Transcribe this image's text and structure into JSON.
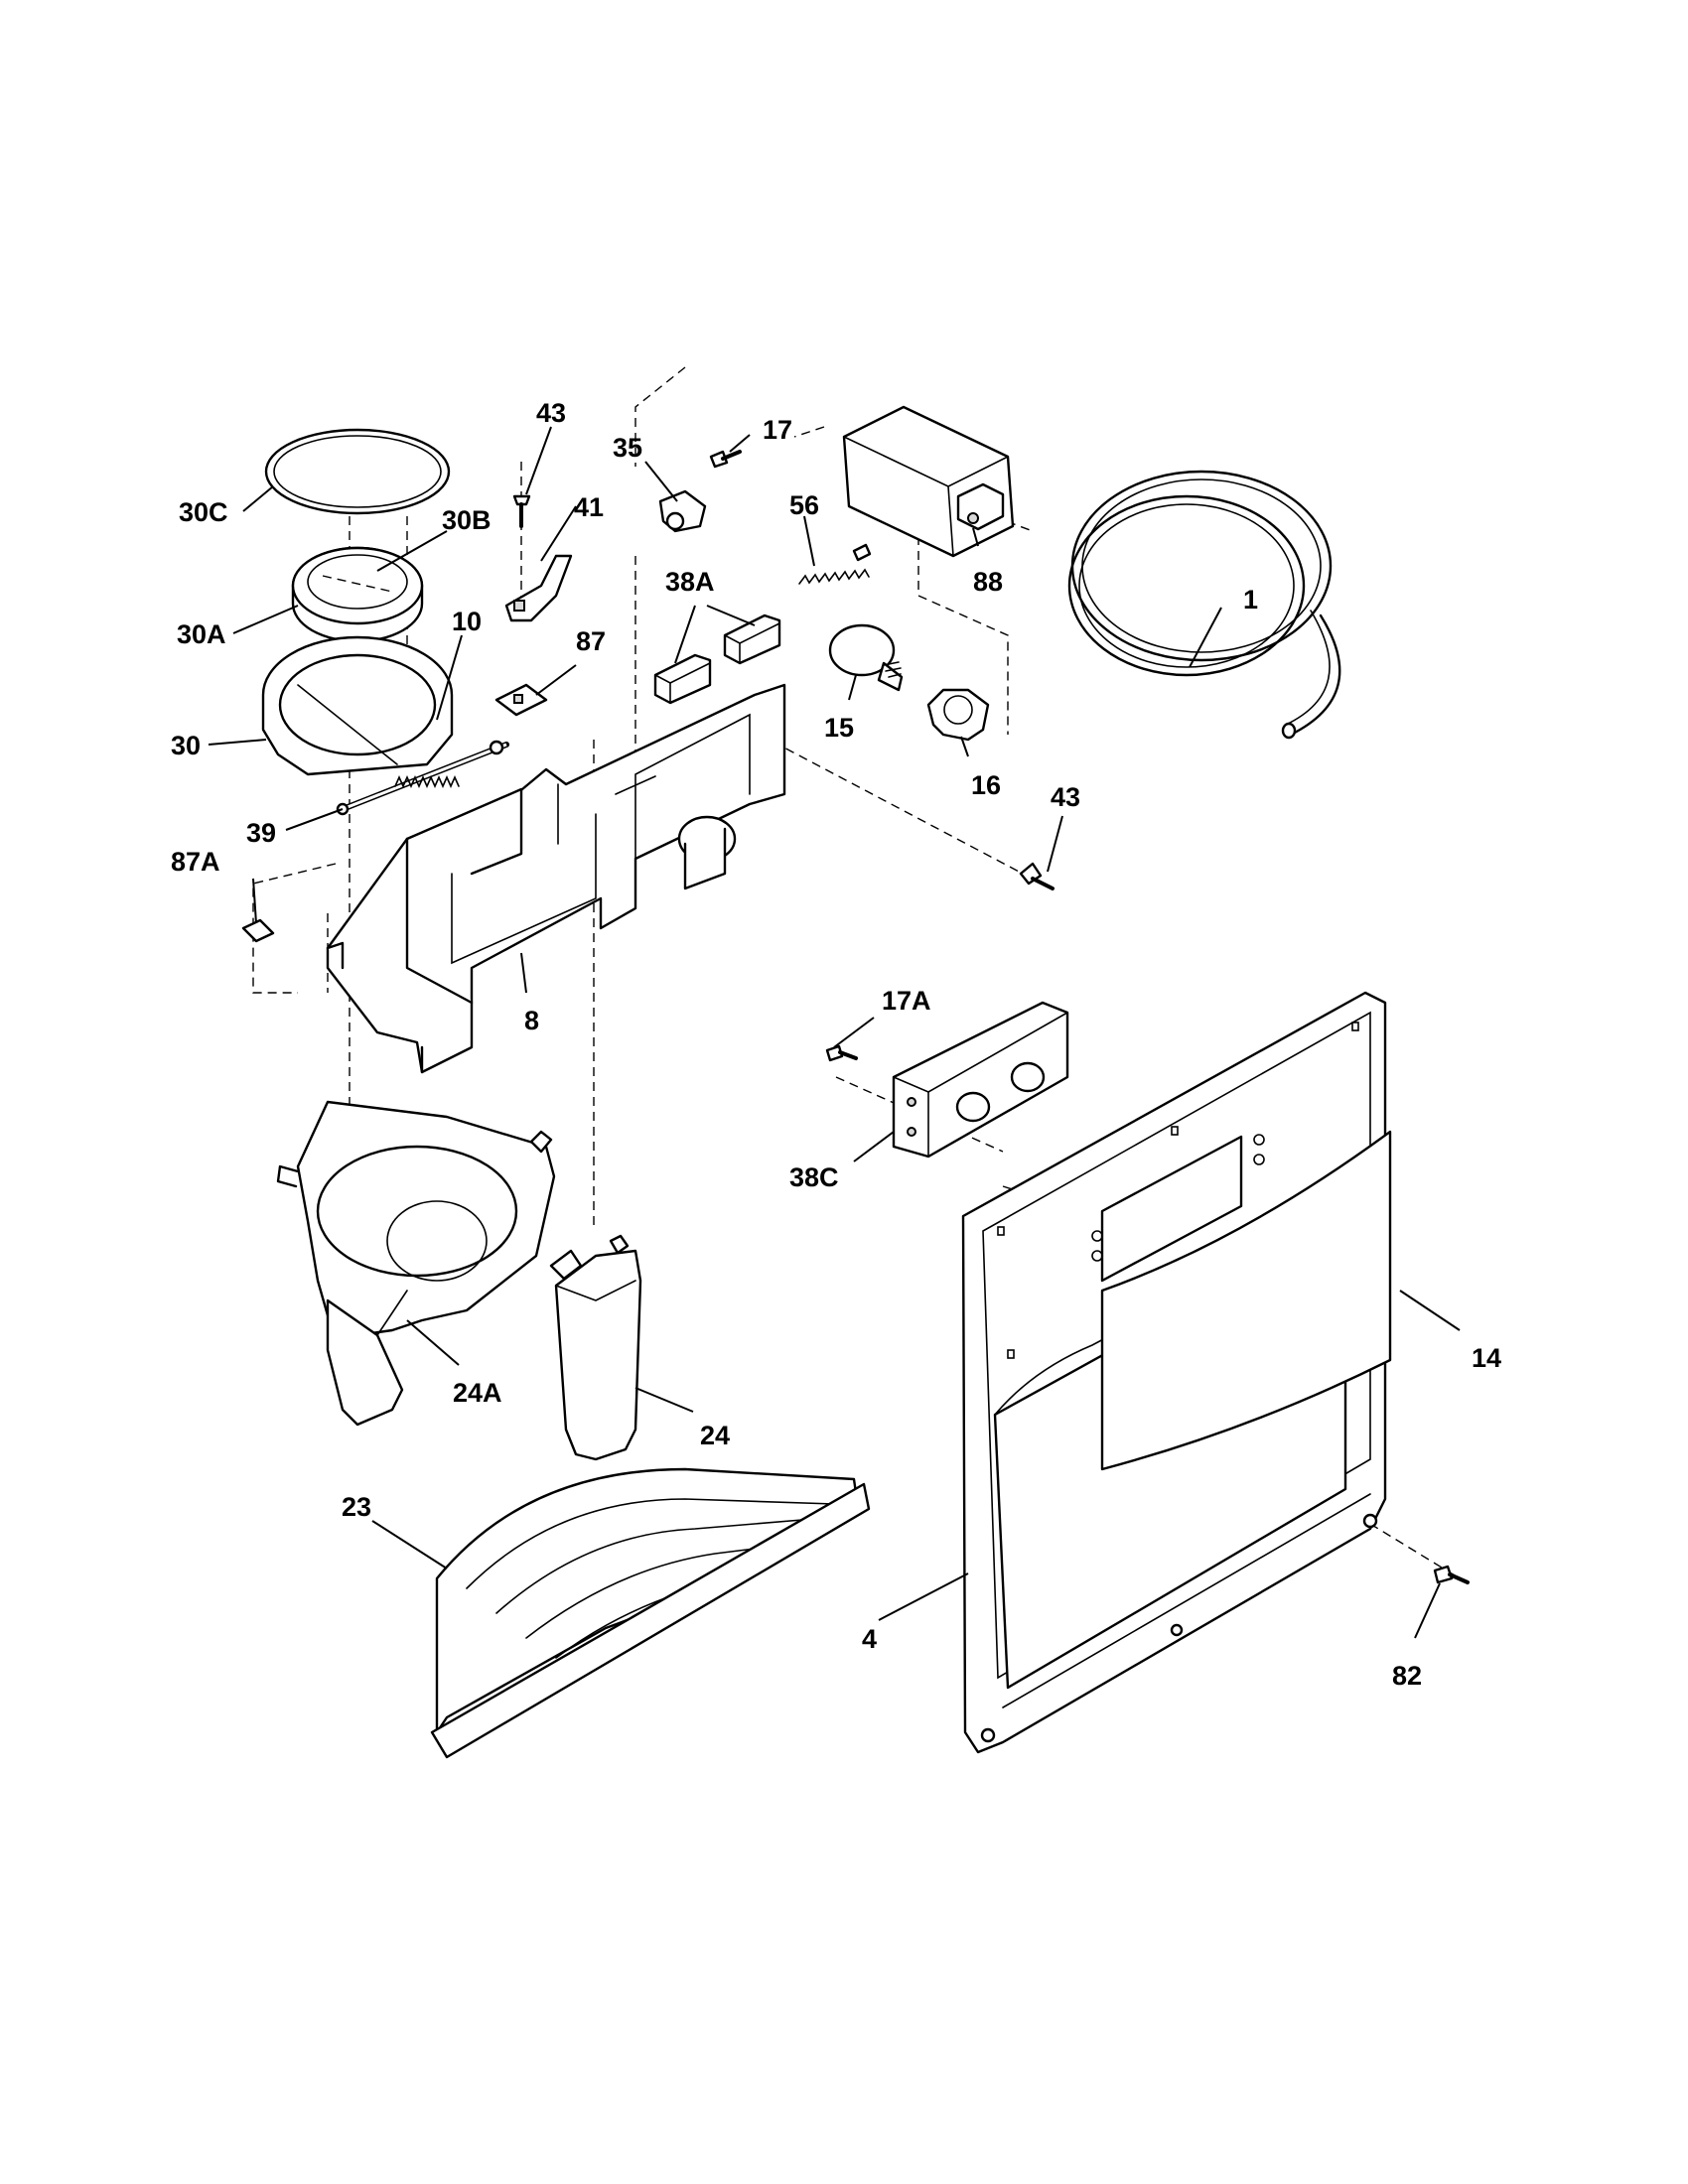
{
  "colors": {
    "line": "#000000",
    "background": "#ffffff",
    "shading": "#d9d9d9"
  },
  "callouts": {
    "c1": "1",
    "c4": "4",
    "c8": "8",
    "c10": "10",
    "c14": "14",
    "c15": "15",
    "c16": "16",
    "c17": "17",
    "c17a": "17A",
    "c23": "23",
    "c24": "24",
    "c24a": "24A",
    "c30": "30",
    "c30a": "30A",
    "c30b": "30B",
    "c30c": "30C",
    "c35": "35",
    "c38a": "38A",
    "c38c": "38C",
    "c39": "39",
    "c41": "41",
    "c43a": "43",
    "c43b": "43",
    "c56": "56",
    "c82": "82",
    "c87": "87",
    "c87a": "87A",
    "c88": "88"
  }
}
